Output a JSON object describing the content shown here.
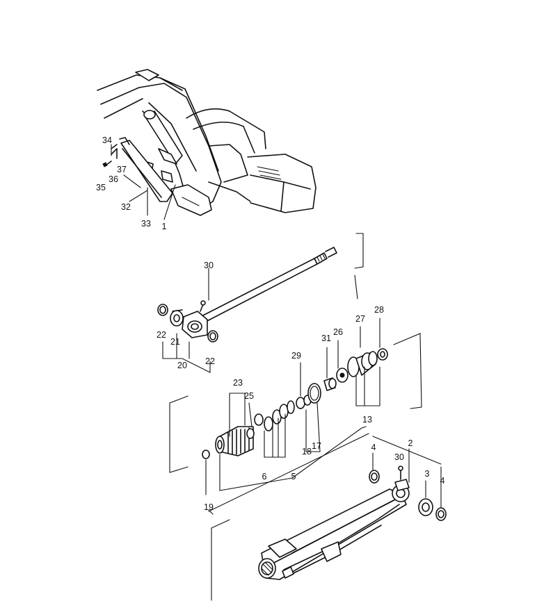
{
  "callouts": {
    "c1": "1",
    "c2": "2",
    "c3": "3",
    "c4a": "4",
    "c4b": "4",
    "c5": "5",
    "c6": "6",
    "c13": "13",
    "c17": "17",
    "c18": "18",
    "c19": "19",
    "c20": "20",
    "c21": "21",
    "c22a": "22",
    "c22b": "22",
    "c23": "23",
    "c25": "25",
    "c26": "26",
    "c27": "27",
    "c28": "28",
    "c29": "29",
    "c30a": "30",
    "c30b": "30",
    "c31": "31",
    "c32": "32",
    "c33": "33",
    "c34": "34",
    "c35": "35",
    "c36": "36",
    "c37": "37"
  }
}
